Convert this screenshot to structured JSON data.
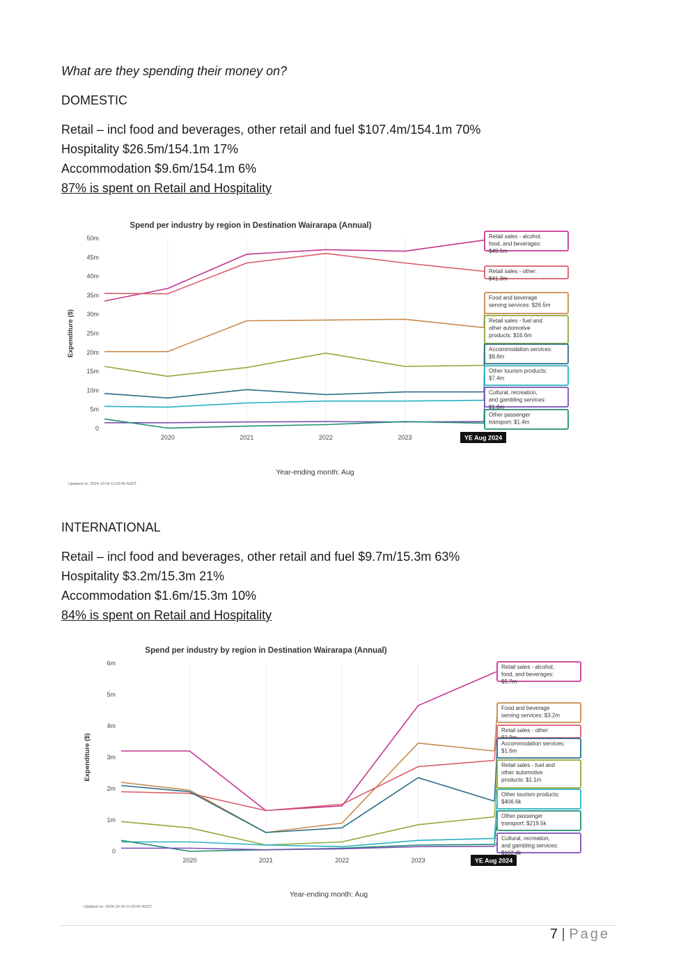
{
  "heading": "What are they spending their money on?",
  "domestic": {
    "label": "DOMESTIC",
    "lines": [
      "Retail – incl food and beverages, other retail and fuel $107.4m/154.1m 70%",
      "Hospitality $26.5m/154.1m 17%",
      "Accommodation $9.6m/154.1m 6%"
    ],
    "summary": "87% is spent on Retail and Hospitality"
  },
  "international": {
    "label": "INTERNATIONAL",
    "lines": [
      "Retail – incl food and beverages, other retail and fuel $9.7m/15.3m 63%",
      "Hospitality $3.2m/15.3m 21%",
      "Accommodation $1.6m/15.3m 10%"
    ],
    "summary": "84% is spent on Retail and Hospitality"
  },
  "footer": {
    "page": "7",
    "sep": "|",
    "word": "Page"
  },
  "chart_data": [
    {
      "type": "line",
      "title": "Spend per industry by region in Destination Wairarapa (Annual)",
      "xlabel": "Year-ending month: Aug",
      "ylabel": "Expenditure ($)",
      "x": [
        2019.2,
        2020,
        2021,
        2022,
        2023,
        2024
      ],
      "xticks": [
        "2020",
        "2021",
        "2022",
        "2023",
        "YE Aug 2024"
      ],
      "ylim": [
        0,
        50
      ],
      "yticks": [
        "0",
        "5m",
        "10m",
        "15m",
        "20m",
        "25m",
        "30m",
        "35m",
        "40m",
        "45m",
        "50m"
      ],
      "updated": "Updated on: 2024-10-04 11:00:00 NZDT",
      "series": [
        {
          "name": "Retail sales - alcohol, food, and beverages",
          "label": "Retail sales - alcohol, food, and beverages: $49.5m",
          "color": "#c2368f",
          "values": [
            33.5,
            36.8,
            45.8,
            47.0,
            46.6,
            49.5
          ]
        },
        {
          "name": "Retail sales - other",
          "label": "Retail sales - other: $41.3m",
          "color": "#d9596b",
          "values": [
            35.5,
            35.4,
            43.5,
            46.0,
            43.5,
            41.3
          ]
        },
        {
          "name": "Food and beverage serving services",
          "label": "Food and beverage serving services: $26.5m",
          "color": "#c8894a",
          "values": [
            20.2,
            20.2,
            28.3,
            28.5,
            28.7,
            26.5
          ]
        },
        {
          "name": "Retail sales - fuel and other automotive products",
          "label": "Retail sales - fuel and other automotive products: $16.6m",
          "color": "#8fa83a",
          "values": [
            16.3,
            13.7,
            16.0,
            19.8,
            16.3,
            16.6
          ]
        },
        {
          "name": "Accommodation services",
          "label": "Accommodation services: $9.6m",
          "color": "#2a6e86",
          "values": [
            9.2,
            8.0,
            10.2,
            8.9,
            9.6,
            9.6
          ]
        },
        {
          "name": "Other tourism products",
          "label": "Other tourism products: $7.4m",
          "color": "#2ab0c2",
          "values": [
            5.8,
            5.6,
            6.7,
            7.2,
            7.2,
            7.4
          ]
        },
        {
          "name": "Cultural, recreation, and gambling services",
          "label": "Cultural, recreation, and gambling services: $1.8m",
          "color": "#7a4fb5",
          "values": [
            1.5,
            1.5,
            1.7,
            1.8,
            1.7,
            1.8
          ]
        },
        {
          "name": "Other passenger transport",
          "label": "Other passenger transport: $1.4m",
          "color": "#1f8f74",
          "values": [
            2.5,
            0.1,
            0.6,
            1.0,
            1.8,
            1.4
          ]
        }
      ],
      "labels": [
        "Retail sales - alcohol, food, and beverages: $49.5m",
        "Retail sales - other: $41.3m",
        "Food and beverage serving services: $26.5m",
        "Retail sales - fuel and other automotive products: $16.6m",
        "Accommodation services: $9.6m",
        "Other tourism products: $7.4m",
        "Cultural, recreation, and gambling services: $1.8m",
        "Other passenger transport: $1.4m"
      ]
    },
    {
      "type": "line",
      "title": "Spend per industry by region in Destination Wairarapa (Annual)",
      "xlabel": "Year-ending month: Aug",
      "ylabel": "Expenditure ($)",
      "x": [
        2019.1,
        2020,
        2021,
        2022,
        2023,
        2024
      ],
      "xticks": [
        "2020",
        "2021",
        "2022",
        "2023",
        "YE Aug 2024"
      ],
      "ylim": [
        0,
        6
      ],
      "yticks": [
        "0",
        "1m",
        "2m",
        "3m",
        "4m",
        "5m",
        "6m"
      ],
      "updated": "Updated on: 2024-10-04 11:00:00 NZDT",
      "series": [
        {
          "name": "Retail sales - alcohol, food, and beverages",
          "label": "Retail sales - alcohol, food, and beverages: $5.7m",
          "color": "#c2368f",
          "values": [
            3.2,
            3.2,
            1.3,
            1.45,
            4.65,
            5.7
          ]
        },
        {
          "name": "Food and beverage serving services",
          "label": "Food and beverage serving services: $3.2m",
          "color": "#c8894a",
          "values": [
            2.2,
            1.95,
            0.6,
            0.9,
            3.45,
            3.2
          ]
        },
        {
          "name": "Retail sales - other",
          "label": "Retail sales - other: $2.9m",
          "color": "#d9596b",
          "values": [
            1.9,
            1.85,
            1.3,
            1.5,
            2.7,
            2.9
          ]
        },
        {
          "name": "Accommodation services",
          "label": "Accommodation services: $1.6m",
          "color": "#2a6e86",
          "values": [
            2.1,
            1.9,
            0.6,
            0.75,
            2.35,
            1.6
          ]
        },
        {
          "name": "Retail sales - fuel and other automotive products",
          "label": "Retail sales - fuel and other automotive products: $1.1m",
          "color": "#8fa83a",
          "values": [
            0.95,
            0.75,
            0.2,
            0.3,
            0.85,
            1.1
          ]
        },
        {
          "name": "Other tourism products",
          "label": "Other tourism products: $406.6k",
          "color": "#2ab0c2",
          "values": [
            0.3,
            0.3,
            0.2,
            0.15,
            0.35,
            0.41
          ]
        },
        {
          "name": "Other passenger transport",
          "label": "Other passenger transport: $219.5k",
          "color": "#1f8f74",
          "values": [
            0.35,
            0.0,
            0.05,
            0.1,
            0.2,
            0.22
          ]
        },
        {
          "name": "Cultural, recreation, and gambling services",
          "label": "Cultural, recreation, and gambling services: $162.4k",
          "color": "#7a4fb5",
          "values": [
            0.1,
            0.1,
            0.05,
            0.08,
            0.15,
            0.16
          ]
        }
      ],
      "labels": [
        "Retail sales - alcohol, food, and beverages: $5.7m",
        "Food and beverage serving services: $3.2m",
        "Retail sales - other: $2.9m",
        "Accommodation services: $1.6m",
        "Retail sales - fuel and other automotive products: $1.1m",
        "Other tourism products: $406.6k",
        "Other passenger transport: $219.5k",
        "Cultural, recreation, and gambling services: $162.4k"
      ]
    }
  ]
}
